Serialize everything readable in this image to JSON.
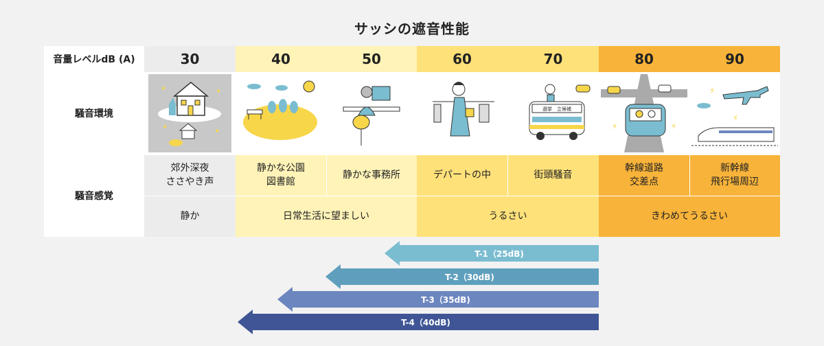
{
  "title": "サッシの遮音性能",
  "row_labels": {
    "level": "音量レベルdB (A)",
    "environment": "騒音環境",
    "sensation": "騒音感覚"
  },
  "levels": [
    "30",
    "40",
    "50",
    "60",
    "70",
    "80",
    "90"
  ],
  "examples": [
    "郊外深夜\nささやき声",
    "静かな公園\n図書館",
    "静かな事務所",
    "デパートの中",
    "街頭騒音",
    "幹線道路\n交差点",
    "新幹線\n飛行場周辺"
  ],
  "sensations": [
    "静か",
    "日常生活に望ましい",
    "うるさい",
    "きわめてうるさい"
  ],
  "illustration_text": {
    "bus_sign": "選挙　立候補"
  },
  "arrows": [
    {
      "label": "T-1（25dB)",
      "color": "#7bbdd0"
    },
    {
      "label": "T-2（30dB)",
      "color": "#5f9fbd"
    },
    {
      "label": "T-3（35dB)",
      "color": "#6c86bf"
    },
    {
      "label": "T-4（40dB)",
      "color": "#3f5595"
    }
  ],
  "colors": {
    "gray": "#ececec",
    "gray_img": "#c8c8c8",
    "y1": "#fff3b8",
    "y2": "#ffe17a",
    "orange": "#f8b33a",
    "white": "#ffffff"
  }
}
